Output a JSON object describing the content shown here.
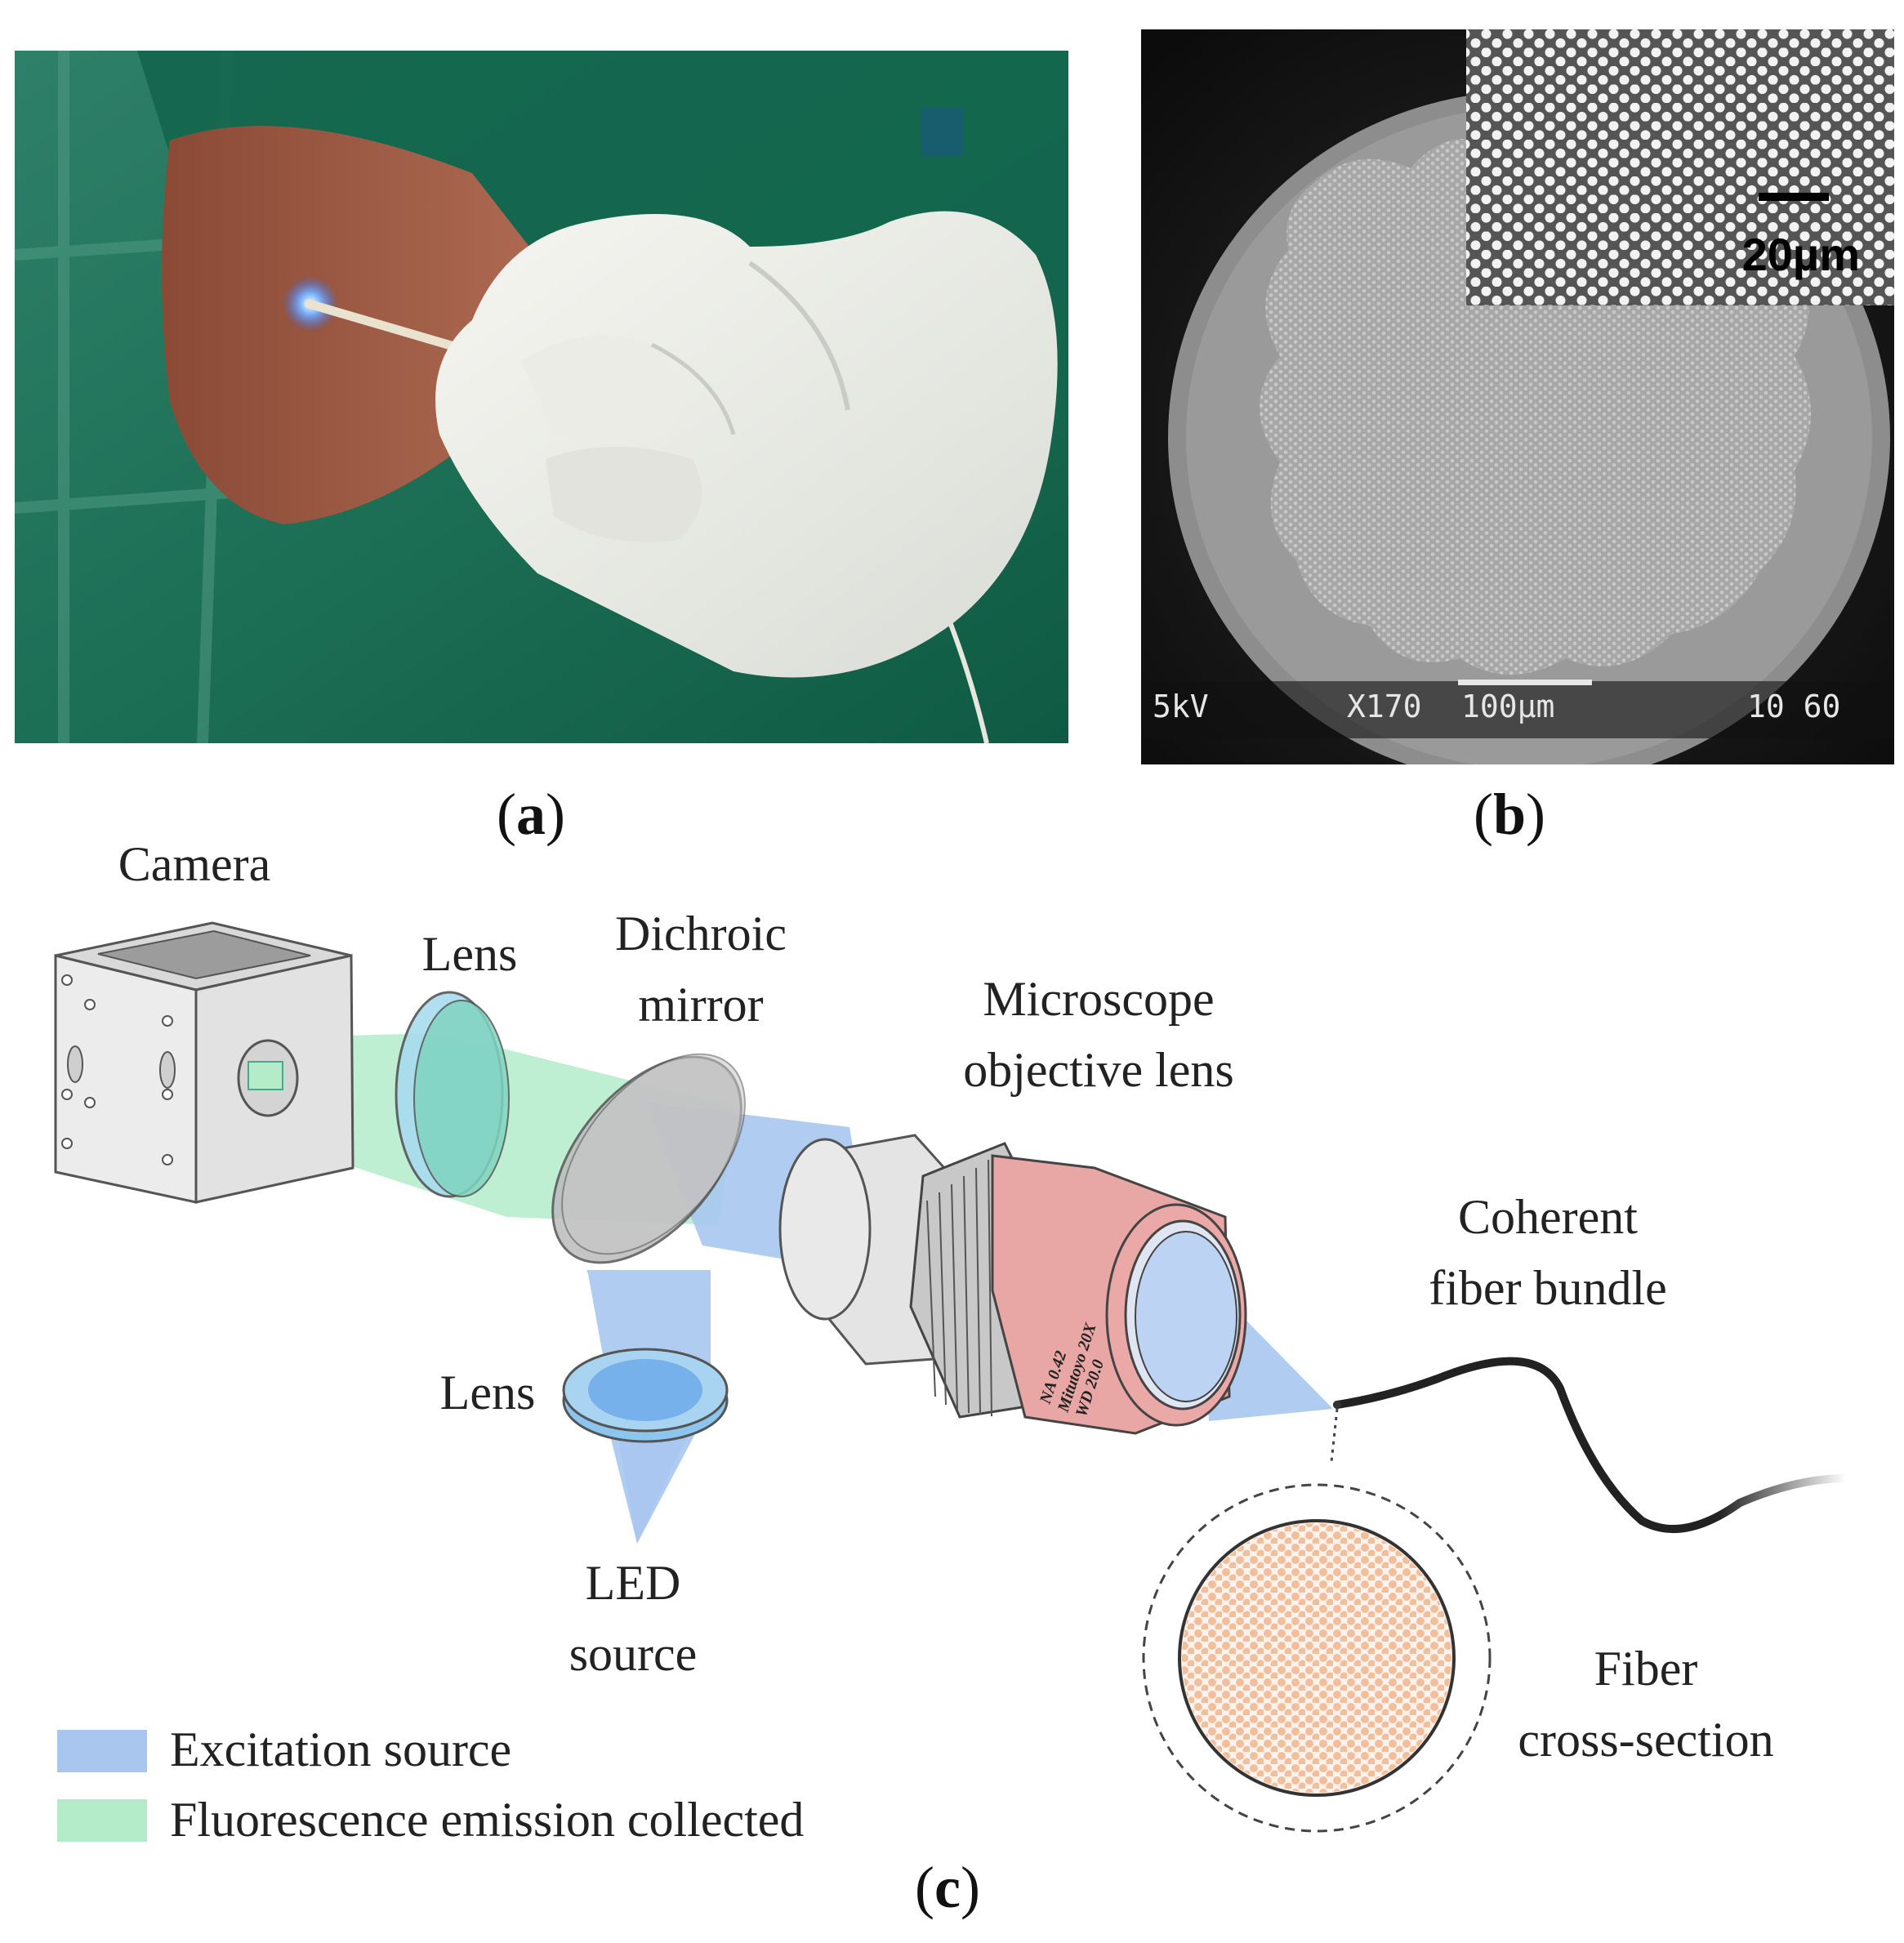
{
  "panel_a": {
    "label_open": "(",
    "label_letter": "a",
    "label_close": ")"
  },
  "panel_b": {
    "label_open": "(",
    "label_letter": "b",
    "label_close": ")",
    "inset_scale": "20µm",
    "sem_voltage": "5kV",
    "sem_magnification": "X170",
    "sem_scale": "100µm",
    "sem_id": "10 60"
  },
  "panel_c": {
    "label_open": "(",
    "label_letter": "c",
    "label_close": ")",
    "camera": "Camera",
    "lens_top": "Lens",
    "dichroic_line1": "Dichroic",
    "dichroic_line2": "mirror",
    "objective_line1": "Microscope",
    "objective_line2": "objective lens",
    "bundle_line1": "Coherent",
    "bundle_line2": "fiber bundle",
    "lens_bottom": "Lens",
    "led_line1": "LED",
    "led_line2": "source",
    "cross_line1": "Fiber",
    "cross_line2": "cross-section",
    "objective_engraving_1": "NA 0.42",
    "objective_engraving_2": "Mitutoyo 20X",
    "objective_engraving_3": "WD 20.0",
    "legend": [
      {
        "label": "Excitation source",
        "color": "#a9c6ef"
      },
      {
        "label": "Fluorescence emission collected",
        "color": "#b4ecca"
      }
    ]
  },
  "colors": {
    "excitation": "#a9c6ef",
    "emission": "#b4ecca",
    "objective": "#e8a7a4",
    "fiber_core": "#f2bf9d"
  }
}
